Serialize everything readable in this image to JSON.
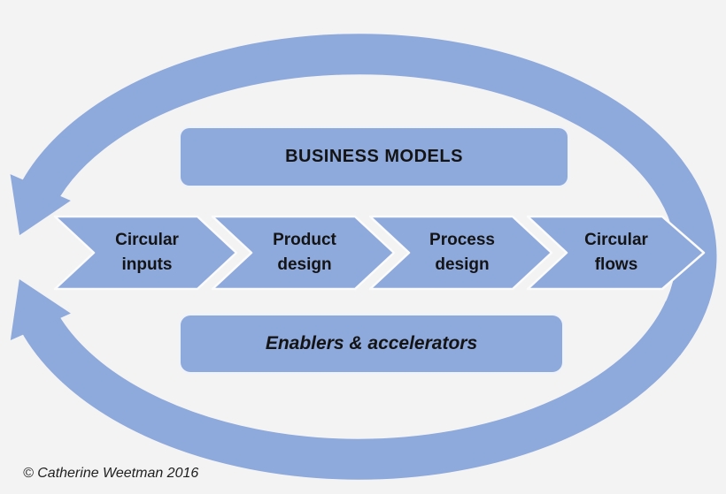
{
  "diagram": {
    "title_box": "BUSINESS MODELS",
    "stages": [
      {
        "line1": "Circular",
        "line2": "inputs"
      },
      {
        "line1": "Product",
        "line2": "design"
      },
      {
        "line1": "Process",
        "line2": "design"
      },
      {
        "line1": "Circular",
        "line2": "flows"
      }
    ],
    "enablers_box": "Enablers & accelerators",
    "credit": "© Catherine Weetman 2016",
    "colors": {
      "accent": "#8EA9DB",
      "background": "#F3F3F4",
      "shape_outline": "#FFFFFF",
      "text": "#141414"
    }
  }
}
